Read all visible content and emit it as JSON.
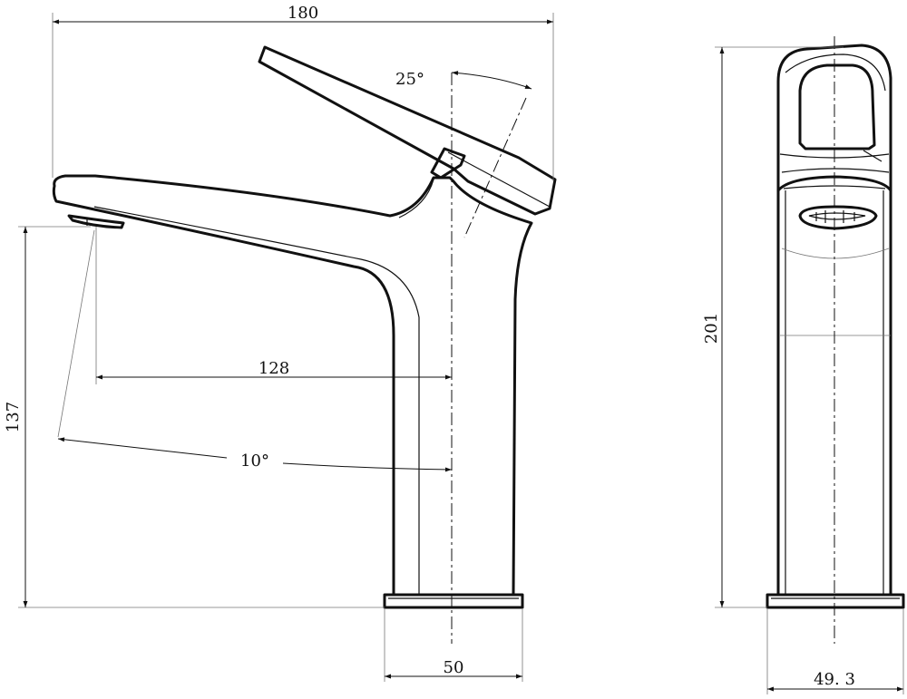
{
  "dimensions": {
    "overall_width": "180",
    "lever_angle": "25°",
    "spout_reach": "128",
    "spout_angle": "10°",
    "spout_height": "137",
    "base_width": "50",
    "overall_height": "201",
    "side_width": "49. 3"
  }
}
